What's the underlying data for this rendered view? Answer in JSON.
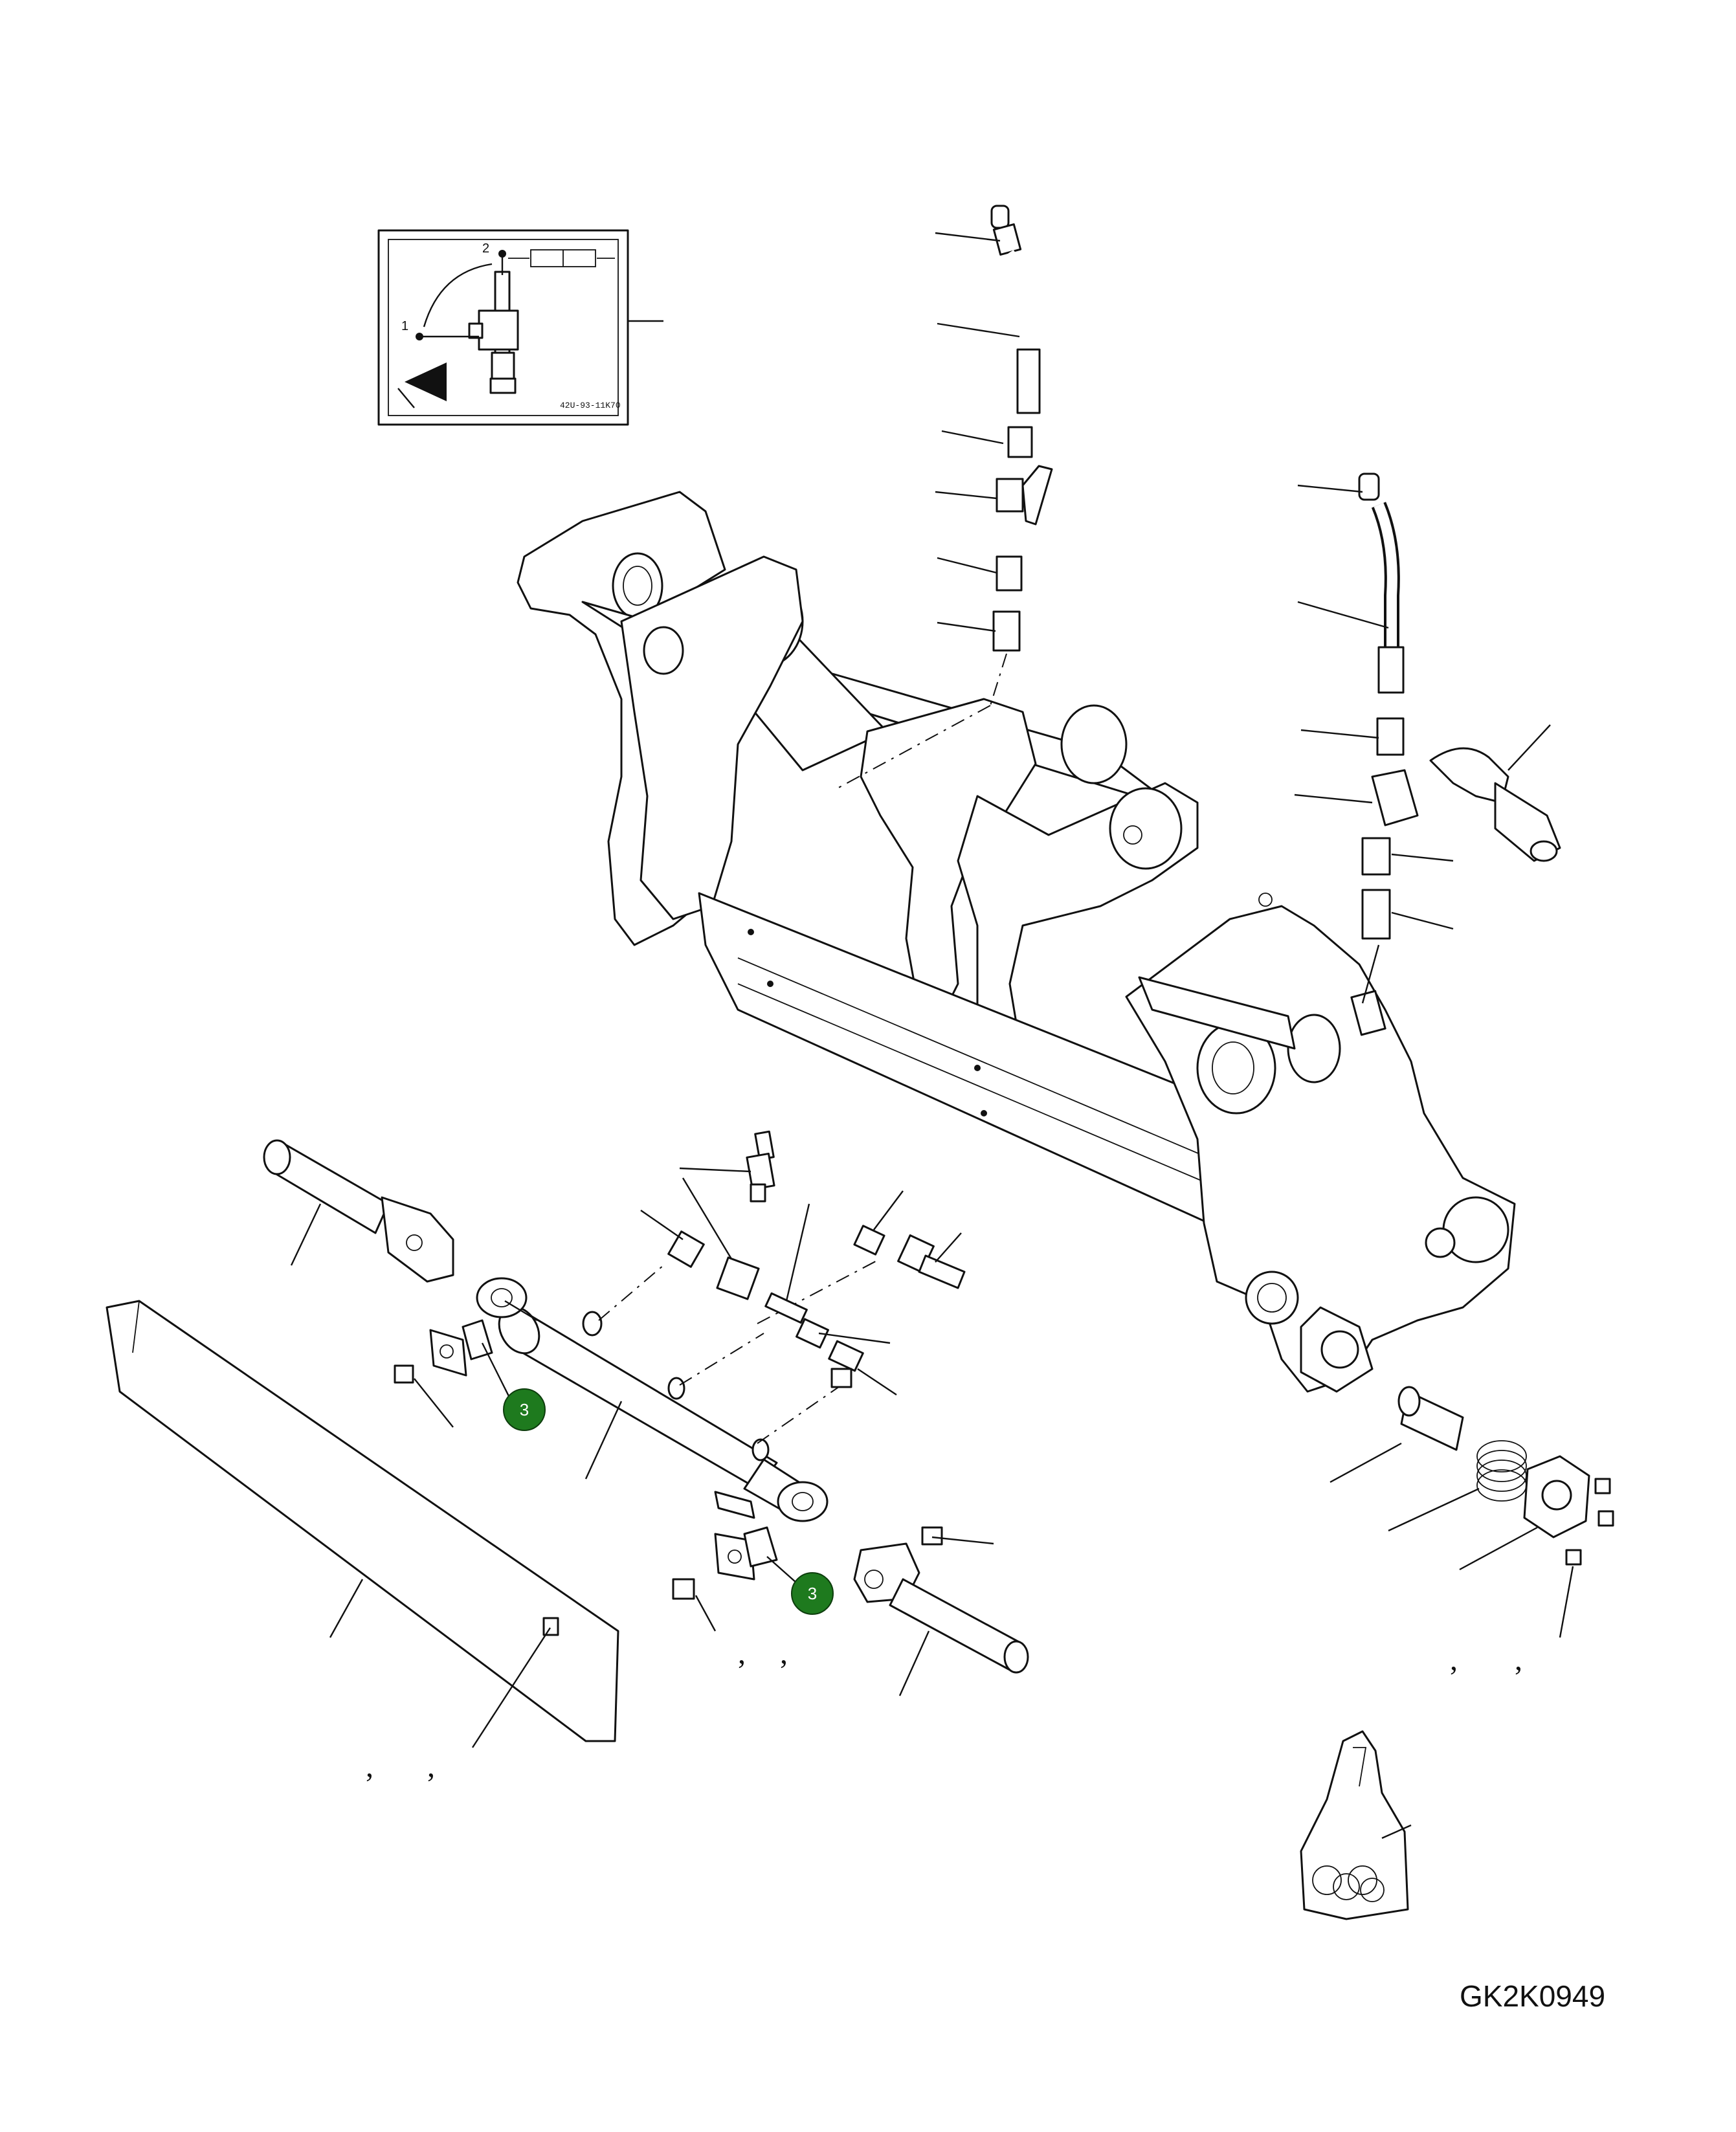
{
  "diagram": {
    "drawing_code": "GK2K0949",
    "inset": {
      "position_labels": [
        "1",
        "2"
      ],
      "small_code": "42U-93-11K70"
    },
    "callouts": [
      {
        "label": "3",
        "color": "#1e7a1e"
      },
      {
        "label": "3",
        "color": "#1e7a1e"
      }
    ],
    "comma_groups": [
      {
        "marks": [
          ",",
          ","
        ]
      },
      {
        "marks": [
          ",",
          ","
        ]
      },
      {
        "marks": [
          ",",
          ","
        ]
      }
    ]
  }
}
